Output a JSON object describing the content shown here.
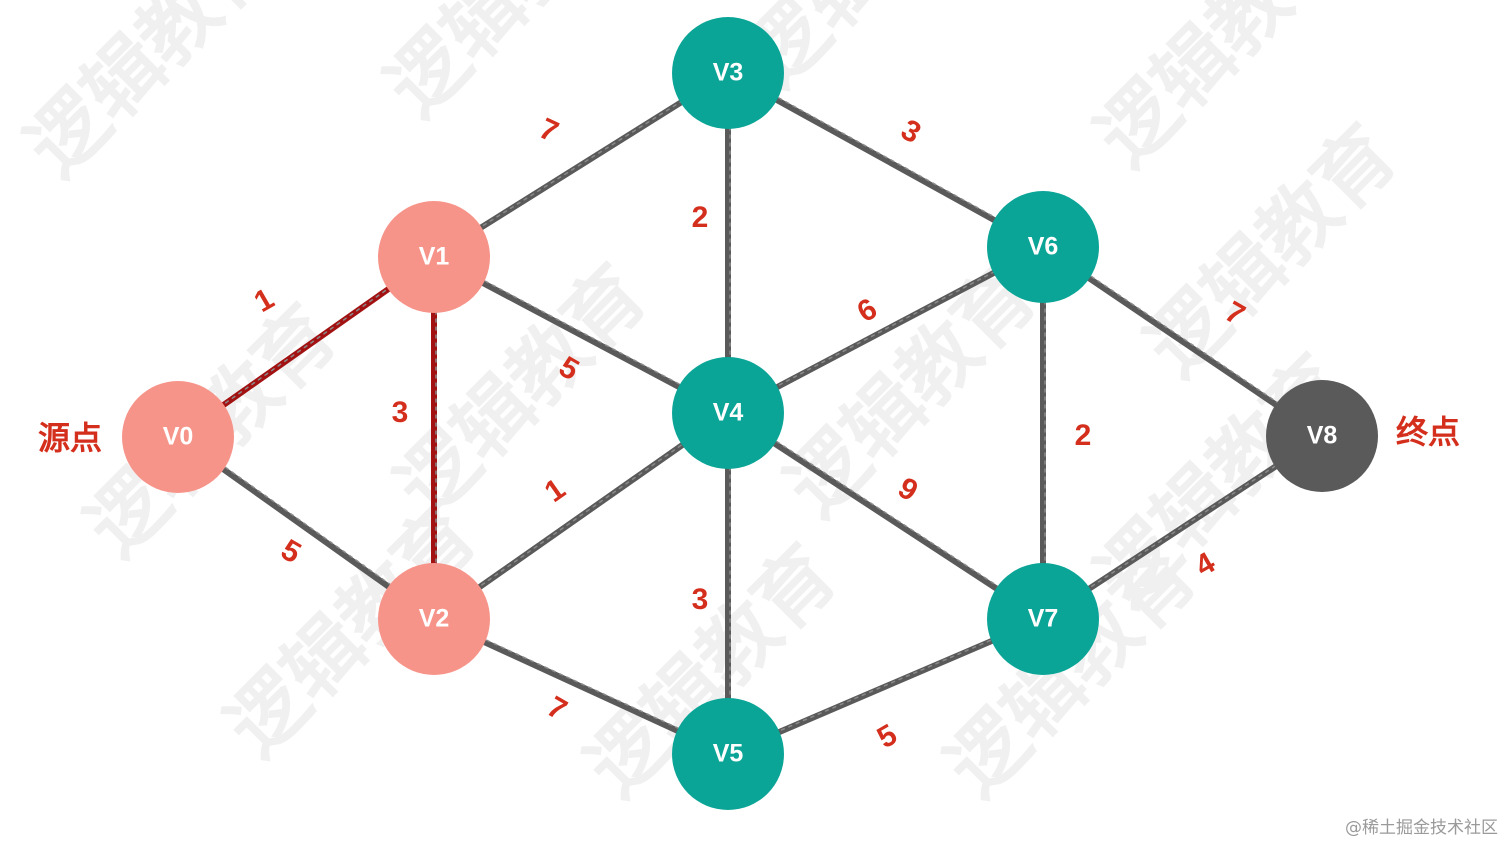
{
  "graph": {
    "nodes": [
      {
        "id": "V0",
        "label": "V0",
        "status": "visited",
        "color": "#f7948a"
      },
      {
        "id": "V1",
        "label": "V1",
        "status": "visited",
        "color": "#f7948a"
      },
      {
        "id": "V2",
        "label": "V2",
        "status": "visited",
        "color": "#f7948a"
      },
      {
        "id": "V3",
        "label": "V3",
        "status": "unvisited",
        "color": "#0ba597"
      },
      {
        "id": "V4",
        "label": "V4",
        "status": "unvisited",
        "color": "#0ba597"
      },
      {
        "id": "V5",
        "label": "V5",
        "status": "unvisited",
        "color": "#0ba597"
      },
      {
        "id": "V6",
        "label": "V6",
        "status": "unvisited",
        "color": "#0ba597"
      },
      {
        "id": "V7",
        "label": "V7",
        "status": "unvisited",
        "color": "#0ba597"
      },
      {
        "id": "V8",
        "label": "V8",
        "status": "target",
        "color": "#5a5a5a"
      }
    ],
    "edges": [
      {
        "from": "V0",
        "to": "V1",
        "weight": "1",
        "highlight": true
      },
      {
        "from": "V0",
        "to": "V2",
        "weight": "5",
        "highlight": false
      },
      {
        "from": "V1",
        "to": "V2",
        "weight": "3",
        "highlight": true
      },
      {
        "from": "V1",
        "to": "V3",
        "weight": "7",
        "highlight": false
      },
      {
        "from": "V1",
        "to": "V4",
        "weight": "5",
        "highlight": false
      },
      {
        "from": "V2",
        "to": "V4",
        "weight": "1",
        "highlight": false
      },
      {
        "from": "V2",
        "to": "V5",
        "weight": "7",
        "highlight": false
      },
      {
        "from": "V3",
        "to": "V4",
        "weight": "2",
        "highlight": false
      },
      {
        "from": "V3",
        "to": "V6",
        "weight": "3",
        "highlight": false
      },
      {
        "from": "V4",
        "to": "V5",
        "weight": "3",
        "highlight": false
      },
      {
        "from": "V4",
        "to": "V6",
        "weight": "6",
        "highlight": false
      },
      {
        "from": "V4",
        "to": "V7",
        "weight": "9",
        "highlight": false
      },
      {
        "from": "V5",
        "to": "V7",
        "weight": "5",
        "highlight": false
      },
      {
        "from": "V6",
        "to": "V7",
        "weight": "2",
        "highlight": false
      },
      {
        "from": "V6",
        "to": "V8",
        "weight": "7",
        "highlight": false
      },
      {
        "from": "V7",
        "to": "V8",
        "weight": "4",
        "highlight": false
      }
    ],
    "source_label": "源点",
    "target_label": "终点"
  },
  "colors": {
    "visited": "#f7948a",
    "unvisited": "#0ba597",
    "target": "#5a5a5a",
    "edge": "#5a5a5a",
    "highlight_edge": "#a31212",
    "weight_text": "#d42e1c"
  },
  "watermark": "逻辑教育",
  "credit": "@稀土掘金技术社区"
}
